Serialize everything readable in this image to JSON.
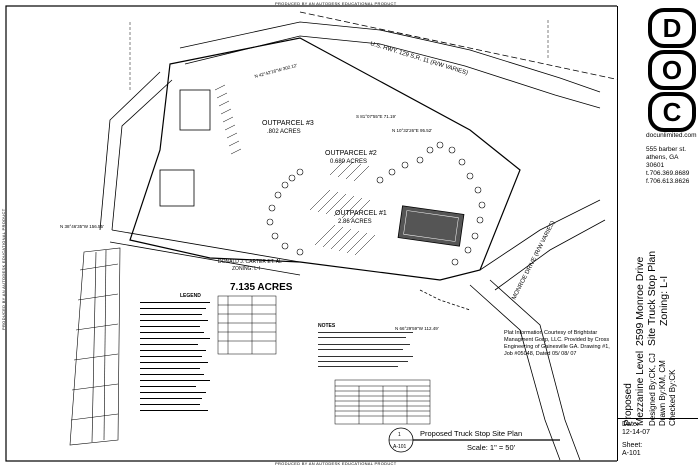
{
  "edu_banner": "PRODUCED BY AN AUTODESK EDUCATIONAL PRODUCT",
  "parcels": {
    "outparcel3": {
      "name": "OUTPARCEL #3",
      "area": ".802 ACRES"
    },
    "outparcel2": {
      "name": "OUTPARCEL #2",
      "area": "0.680 ACRES"
    },
    "outparcel1": {
      "name": "OUTPARCEL #1",
      "area": "2.86 ACRES"
    }
  },
  "total_area": "7.135 ACRES",
  "roads": {
    "highway": "U.S. HWY. 129 S.R. 11 (R/W VARIES)",
    "monroe": "MONROE DRIVE (R/W VARIES)"
  },
  "owner": {
    "name": "DONALD J. CARTER ET. AL",
    "zoning": "ZONING: L-I"
  },
  "bearings": {
    "b1": "N 38°46'35\"W 156.55'",
    "b2": "S 81°07'55\"E 71.19'",
    "b3": "N 10°32'26\"E 95.52'",
    "b4": "N 42°42'16\"W 302.12'",
    "b5": "N 66°29'59\"W 112.49'"
  },
  "legend_title": "LEGEND",
  "notes_title": "NOTES",
  "plat_info": "Plat Information Courtesy of Brightstar Managment Goup, LLC. Provided by Cross Engineering of Gainesville GA. Drawing #1, Job #05048, Dated 05/ 08/ 07",
  "title_block": {
    "logo_letters": [
      "D",
      "O",
      "C"
    ],
    "website": "docunlimited.com",
    "address1": "555 barber st.",
    "address2": "athens, GA",
    "zip": "30601",
    "phone_t": "t.706.369.8689",
    "phone_f": "f.706.613.8626",
    "project_address": "2599 Monroe Drive",
    "project_title": "Site Truck Stop Plan",
    "project_zoning": "Zoning: L-I",
    "proposed1": "Proposed",
    "proposed2": "Mezzanine Level",
    "designed": "Designed By:CK, CJ",
    "drawn": "Drawn By:KM, CM",
    "checked": "Checked By:CK",
    "date_label": "Date:",
    "date": "12-14-07",
    "sheet_label": "Sheet:",
    "sheet": "A-101"
  },
  "drawing_title": {
    "number": "1",
    "sheet": "A-101",
    "title": "Proposed Truck Stop Site Plan",
    "scale": "Scale: 1\" = 50'"
  }
}
